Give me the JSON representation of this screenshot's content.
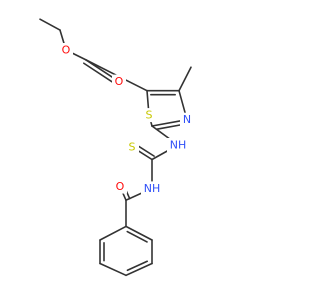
{
  "structure": {
    "colors": {
      "oxygen": "#ff0d0d",
      "nitrogen": "#3050f8",
      "sulfur": "#c8c800",
      "bond": "#333333",
      "background": "#ffffff"
    },
    "atom_labels": {
      "o_ester_single": "O",
      "o_ester_double": "O",
      "s_ring": "S",
      "n_ring": "N",
      "nh_thiazole": "NH",
      "s_thione": "S",
      "nh_benzoyl": "NH",
      "o_benzoyl": "O"
    }
  }
}
